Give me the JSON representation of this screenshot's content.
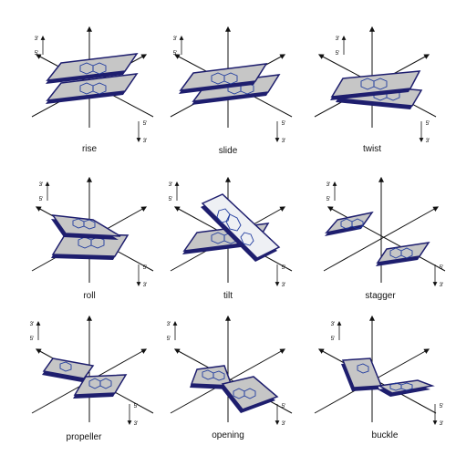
{
  "panels": [
    {
      "id": "rise",
      "label": "rise",
      "top": [
        "3'",
        "5'"
      ],
      "bottom": [
        "5'",
        "3'"
      ]
    },
    {
      "id": "slide",
      "label": "slide",
      "top": [
        "3'",
        "5'"
      ],
      "bottom": [
        "5'",
        "3'"
      ]
    },
    {
      "id": "twist",
      "label": "twist",
      "top": [
        "3'",
        "5'"
      ],
      "bottom": [
        "5'",
        "3'"
      ]
    },
    {
      "id": "roll",
      "label": "roll",
      "top": [
        "3'",
        "5'"
      ],
      "bottom": [
        "5'",
        "3'"
      ]
    },
    {
      "id": "tilt",
      "label": "tilt",
      "top": [
        "3'",
        "5'"
      ],
      "bottom": [
        "5'",
        "3'"
      ]
    },
    {
      "id": "stagger",
      "label": "stagger",
      "top": [
        "3'",
        "5'"
      ],
      "bottom": [
        "5'",
        "3'"
      ]
    },
    {
      "id": "propeller",
      "label": "propeller",
      "top": [
        "3'",
        "5'"
      ],
      "bottom": [
        "5'",
        "3'"
      ]
    },
    {
      "id": "opening",
      "label": "opening",
      "top": [
        "3'",
        "5'"
      ],
      "bottom": [
        "5'",
        "3'"
      ]
    },
    {
      "id": "buckle",
      "label": "buckle",
      "top": [
        "3'",
        "5'"
      ],
      "bottom": [
        "5'",
        "3'"
      ]
    }
  ],
  "colors": {
    "plate_fill": "#c6c6c6",
    "plate_edge": "#1e1e6e",
    "ring": "#1e3a9e",
    "axis": "#111111"
  }
}
